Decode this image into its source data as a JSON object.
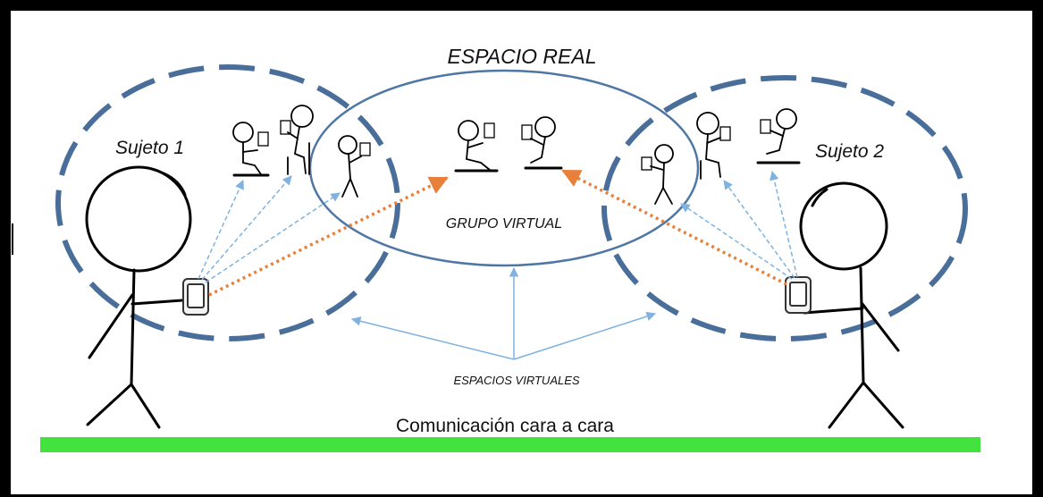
{
  "title": "ESPACIO REAL",
  "labels": {
    "subject_left": "Sujeto 1",
    "subject_right": "Sujeto 2",
    "group": "GRUPO VIRTUAL",
    "virtual_spaces": "ESPACIOS VIRTUALES",
    "ground": "Comunicación cara a cara"
  },
  "colors": {
    "frame": "#000000",
    "dashed_ellipse": "#4a6e9a",
    "solid_ellipse": "#4f77a5",
    "thin_arrow": "#7fb2df",
    "dotted_arrow": "#e8803b",
    "ground_bar": "#44e23e"
  },
  "icons": [
    "stick-figure-with-phone",
    "small-figure-with-tablet",
    "phone-icon"
  ]
}
